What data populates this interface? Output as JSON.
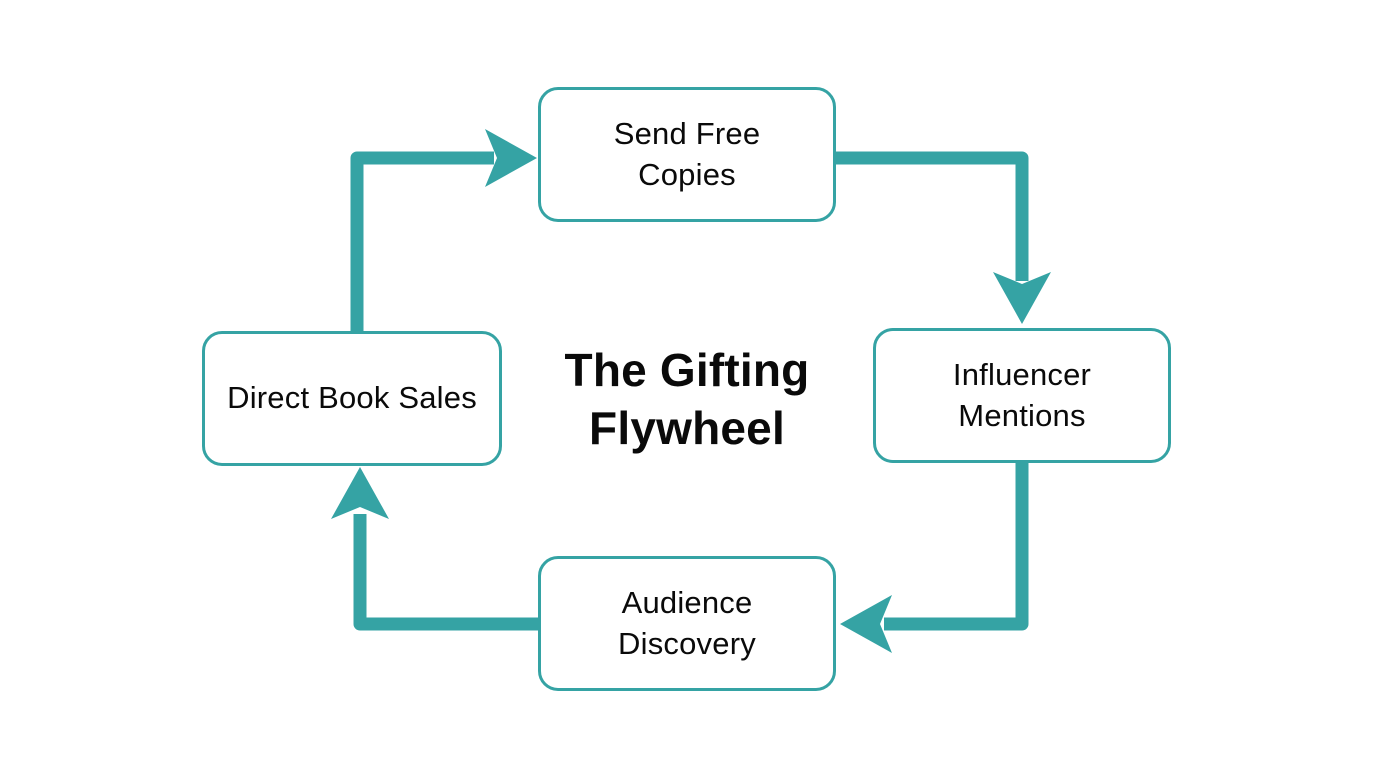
{
  "title": {
    "text": "The Gifting Flywheel",
    "lines": [
      "The Gifting",
      "Flywheel"
    ]
  },
  "nodes": {
    "top": {
      "id": "send-free-copies",
      "label": "Send Free Copies",
      "lines": [
        "Send Free",
        "Copies"
      ]
    },
    "right": {
      "id": "influencer-mentions",
      "label": "Influencer Mentions",
      "lines": [
        "Influencer",
        "Mentions"
      ]
    },
    "bottom": {
      "id": "audience-discovery",
      "label": "Audience Discovery",
      "lines": [
        "Audience",
        "Discovery"
      ]
    },
    "left": {
      "id": "direct-book-sales",
      "label": "Direct Book Sales",
      "lines": [
        "Direct Book Sales"
      ]
    }
  },
  "arrows": [
    {
      "from": "direct-book-sales",
      "to": "send-free-copies"
    },
    {
      "from": "send-free-copies",
      "to": "influencer-mentions"
    },
    {
      "from": "influencer-mentions",
      "to": "audience-discovery"
    },
    {
      "from": "audience-discovery",
      "to": "direct-book-sales"
    }
  ],
  "colors": {
    "accent": "#35A3A4",
    "text": "#0a0a0a",
    "background": "#ffffff",
    "node_fill": "#ffffff"
  }
}
